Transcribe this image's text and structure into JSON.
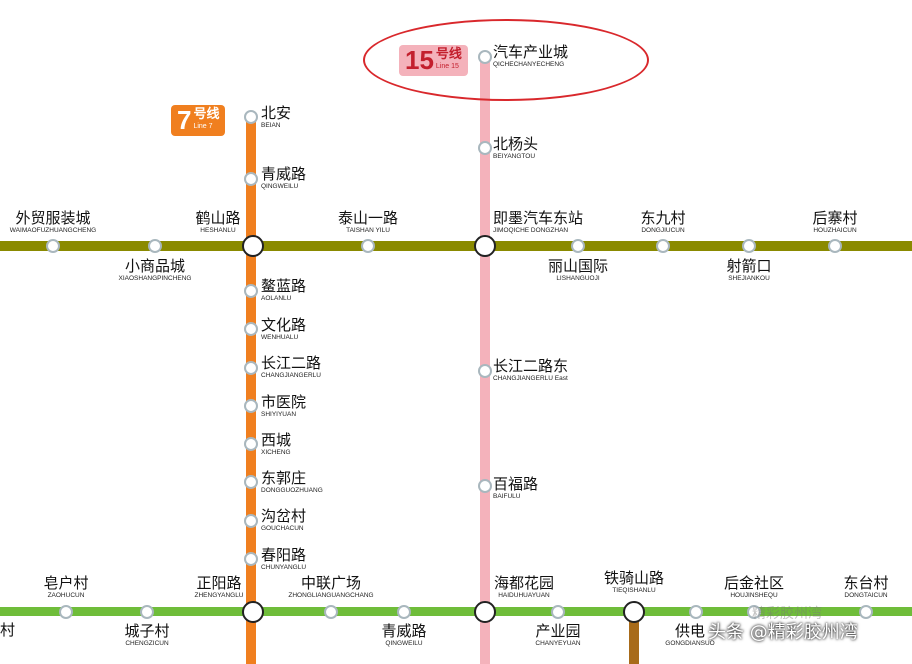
{
  "colors": {
    "line7": "#f07f1f",
    "line15": "#f4b2bb",
    "olive": "#8a8a00",
    "green": "#6fbd3a",
    "brown": "#a86b1a"
  },
  "badges": {
    "line7": {
      "num": "7",
      "hao": "号线",
      "en": "Line 7"
    },
    "line15": {
      "num": "15",
      "hao": "号线",
      "en": "Line 15"
    }
  },
  "stations": {
    "qichechanyecheng": {
      "zh": "汽车产业城",
      "py": "QICHECHANYECHENG"
    },
    "beiyangtou": {
      "zh": "北杨头",
      "py": "BEIYANGTOU"
    },
    "jimoqiche": {
      "zh": "即墨汽车东站",
      "py": "JIMOQICHE DONGZHAN"
    },
    "changjiangerlu_e": {
      "zh": "长江二路东",
      "py": "CHANGJIANGERLU East"
    },
    "baifulu": {
      "zh": "百福路",
      "py": "BAIFULU"
    },
    "haiduhuayuan": {
      "zh": "海都花园",
      "py": "HAIDUHUAYUAN"
    },
    "beian": {
      "zh": "北安",
      "py": "BEIAN"
    },
    "qingweilu_7": {
      "zh": "青威路",
      "py": "QINGWEILU"
    },
    "heshanlu": {
      "zh": "鹤山路",
      "py": "HESHANLU"
    },
    "aolanlu": {
      "zh": "鳌蓝路",
      "py": "AOLANLU"
    },
    "wenhualu": {
      "zh": "文化路",
      "py": "WENHUALU"
    },
    "changjiangerlu": {
      "zh": "长江二路",
      "py": "CHANGJIANGERLU"
    },
    "shiyiyuan": {
      "zh": "市医院",
      "py": "SHIYIYUAN"
    },
    "xicheng": {
      "zh": "西城",
      "py": "XICHENG"
    },
    "dongguozhuang": {
      "zh": "东郭庄",
      "py": "DONGGUOZHUANG"
    },
    "gouchacun": {
      "zh": "沟岔村",
      "py": "GOUCHACUN"
    },
    "chunyanglu": {
      "zh": "春阳路",
      "py": "CHUNYANGLU"
    },
    "zhengyanglu": {
      "zh": "正阳路",
      "py": "ZHENGYANGLU"
    },
    "waimao": {
      "zh": "外贸服装城",
      "py": "WAIMAOFUZHUANGCHENG"
    },
    "xiaoshangpin": {
      "zh": "小商品城",
      "py": "XIAOSHANGPINCHENG"
    },
    "taishanyilu": {
      "zh": "泰山一路",
      "py": "TAISHAN YILU"
    },
    "lishanguoji": {
      "zh": "丽山国际",
      "py": "LISHANGUOJI"
    },
    "dongjiucun": {
      "zh": "东九村",
      "py": "DONGJIUCUN"
    },
    "shejiankou": {
      "zh": "射箭口",
      "py": "SHEJIANKOU"
    },
    "houzhaicun": {
      "zh": "后寨村",
      "py": "HOUZHAICUN"
    },
    "cun_partial": {
      "zh": "村"
    },
    "zaohucun": {
      "zh": "皂户村",
      "py": "ZAOHUCUN"
    },
    "chengzicun": {
      "zh": "城子村",
      "py": "CHENGZICUN"
    },
    "zhonglian": {
      "zh": "中联广场",
      "py": "ZHONGLIANGUANGCHANG"
    },
    "qingweilu_g": {
      "zh": "青威路",
      "py": "QINGWEILU"
    },
    "chanyeyuan": {
      "zh": "产业园",
      "py": "CHANYEYUAN"
    },
    "tieqishanlu": {
      "zh": "铁骑山路",
      "py": "TIEQISHANLU"
    },
    "gongdiansuo": {
      "zh": "供电",
      "py": "GONGDIANSUO"
    },
    "houjinshequ": {
      "zh": "后金社区",
      "py": "HOUJINSHEQU"
    },
    "dongtaicun": {
      "zh": "东台村",
      "py": "DONGTAICUN"
    }
  },
  "watermark": {
    "text": "头条 @精彩胶州湾",
    "faint": "精彩胶州湾"
  }
}
